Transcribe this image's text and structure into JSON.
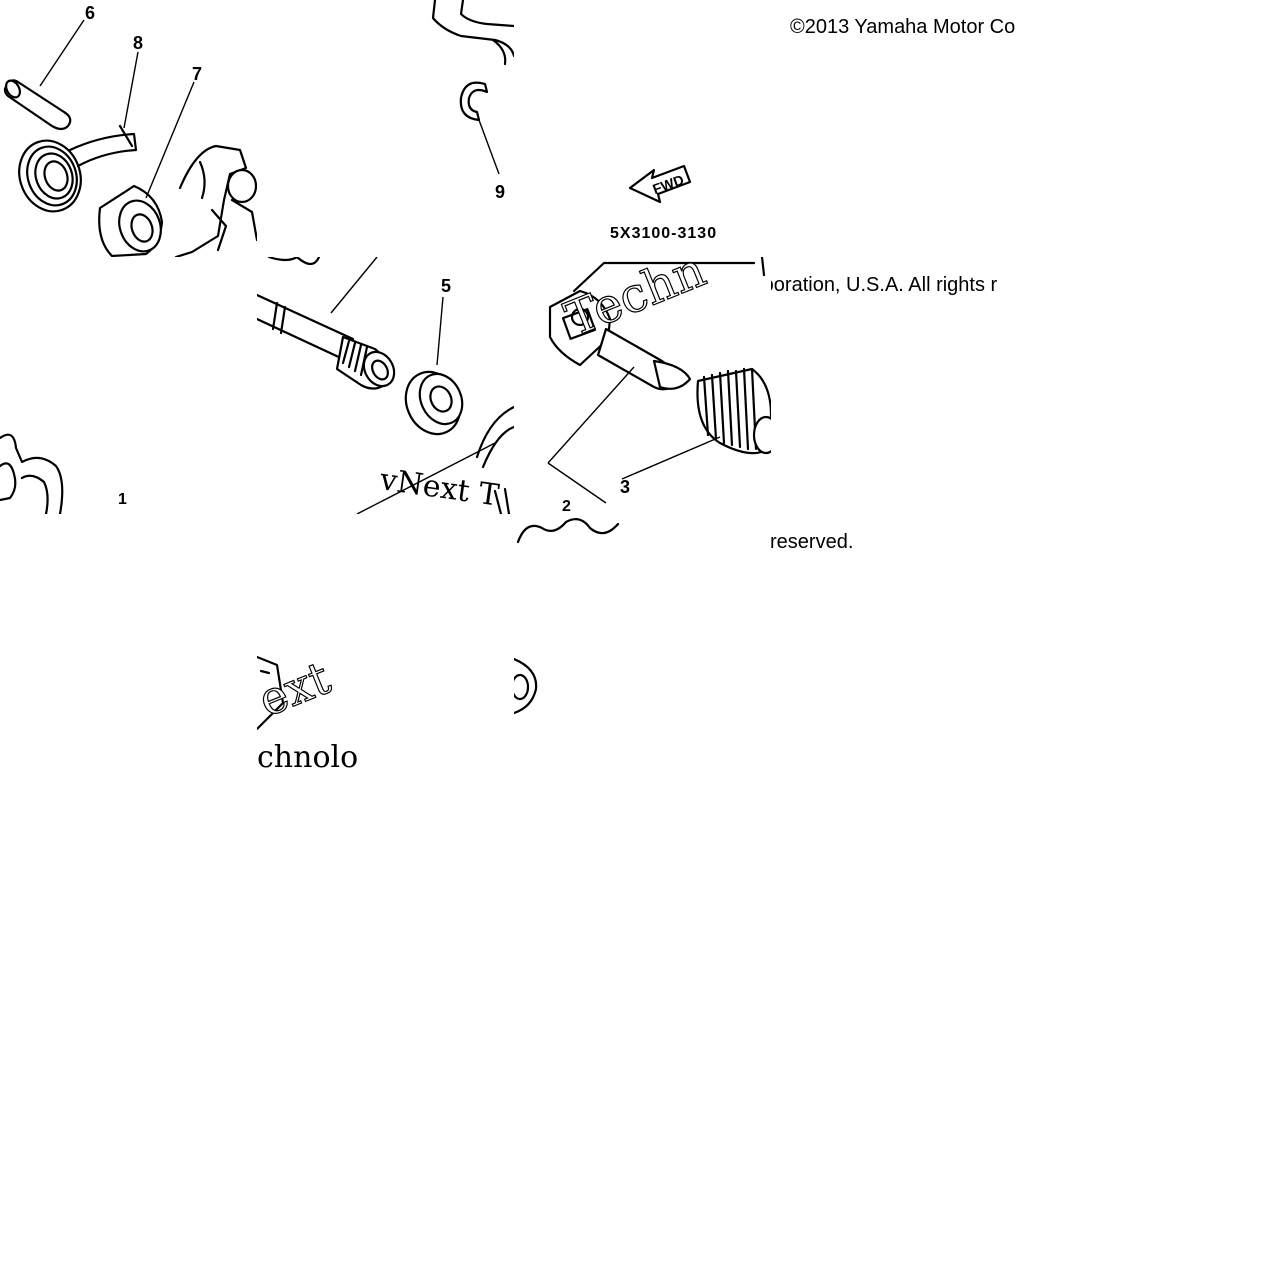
{
  "copyright": {
    "line1": "©2013 Yamaha Motor Co",
    "line2": "rporation, U.S.A. All rights r",
    "line3": "reserved."
  },
  "part_code": "5X3100-3130",
  "fwd_label": "FWD",
  "watermark": {
    "a": "vNext T",
    "b": "Techn",
    "c": "ext",
    "d": "chnolo"
  },
  "callouts": {
    "c1": "1",
    "c2": "2",
    "c3": "3",
    "c5": "5",
    "c6": "6",
    "c7": "7",
    "c8": "8",
    "c9": "9"
  }
}
